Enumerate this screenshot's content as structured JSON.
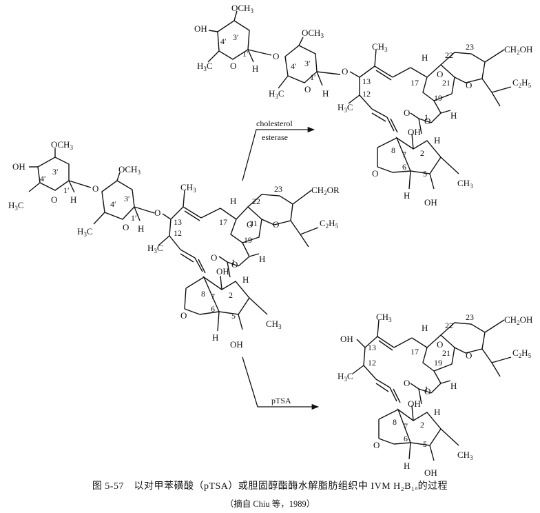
{
  "caption": "图 5-57　以对甲苯磺酸（pTSA）或胆固醇酯酶水解脂肪组织中 IVM H₂B₁ₐ的过程",
  "source": "（摘自 Chiu 等，1989）",
  "reactions": {
    "top_reagent_line1": "cholesterol",
    "top_reagent_line2": "esterase",
    "bottom_reagent": "pTSA"
  },
  "atoms": {
    "OH": "OH",
    "O": "O",
    "OCH": "OCH",
    "three": "3",
    "CH": "CH",
    "two": "2",
    "R": "R",
    "H": "H",
    "H3C_H": "H",
    "C": "C",
    "five": "5"
  },
  "locants": {
    "c1p": "1′",
    "c3p": "3′",
    "c4p": "4′",
    "c1": "1",
    "c2": "2",
    "c5": "5",
    "c6": "6",
    "c7": "7",
    "c8": "8",
    "c12": "12",
    "c13": "13",
    "c17": "17",
    "c19": "19",
    "c21": "21",
    "c22": "22",
    "c23": "23"
  }
}
